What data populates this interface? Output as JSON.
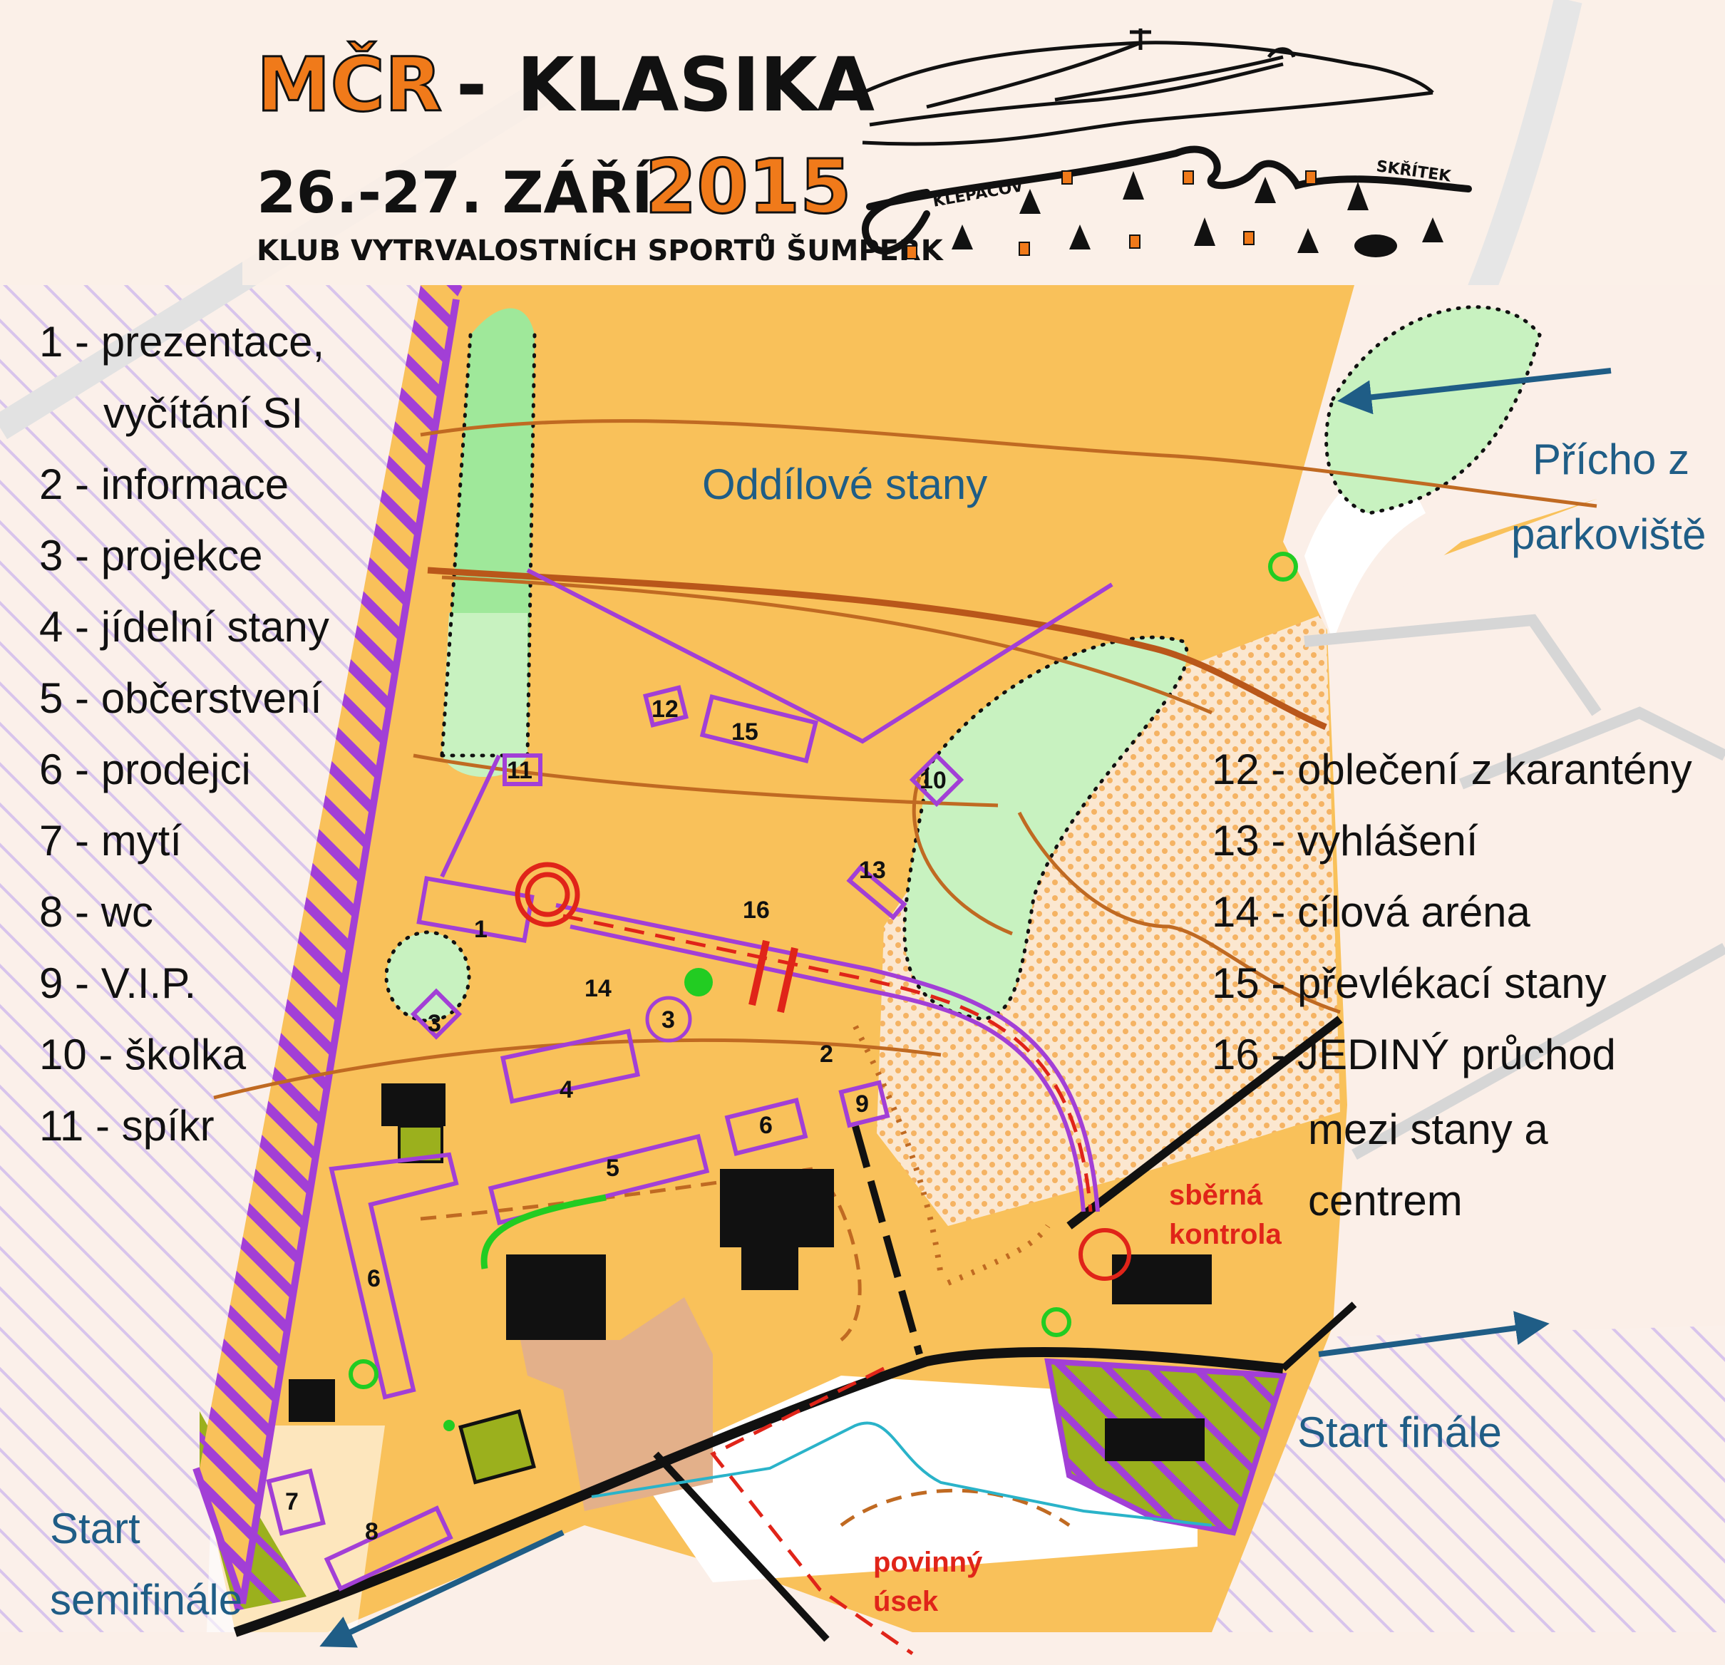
{
  "header": {
    "title_left": "MČR",
    "title_dash": "-",
    "title_right": "KLASIKA",
    "date": "26.-27. ZÁŘÍ",
    "year": "2015",
    "club": "KLUB VYTRVALOSTNÍCH SPORTŮ ŠUMPERK",
    "sketch_label_left": "KLEPÁČOV",
    "sketch_label_right": "SKŘÍTEK"
  },
  "legend_left": [
    "1 - prezentace,",
    "vyčítání SI",
    "2 - informace",
    "3 - projekce",
    "4 - jídelní stany",
    "5 - občerstvení",
    "6 - prodejci",
    "7 - mytí",
    "8 - wc",
    "9 - V.I.P.",
    "10 - školka",
    "11 - spíkr"
  ],
  "legend_right": [
    "12 - oblečení z karantény",
    "13 - vyhlášení",
    "14 - cílová aréna",
    "15 - převlékací stany",
    "16 - JEDINÝ  průchod",
    "mezi stany a",
    "centrem"
  ],
  "area_labels": {
    "team_tents": "Oddílové stany",
    "arrival_line1": "Přícho z",
    "arrival_line2": "parkoviště",
    "start_final": "Start finále",
    "start_semifinal_line1": "Start",
    "start_semifinal_line2": "semifinále"
  },
  "red_labels": {
    "collecting_control_line1": "sběrná",
    "collecting_control_line2": "kontrola",
    "mandatory_section_line1": "povinný",
    "mandatory_section_line2": "úsek"
  },
  "map_numbers": {
    "n1": "1",
    "n2": "2",
    "n3a": "3",
    "n3b": "3",
    "n4": "4",
    "n5": "5",
    "n6a": "6",
    "n6b": "6",
    "n7": "7",
    "n8": "8",
    "n9": "9",
    "n10": "10",
    "n11": "11",
    "n12": "12",
    "n13": "13",
    "n14": "14",
    "n15": "15",
    "n16": "16"
  },
  "colors": {
    "title_orange": "#f07a1a",
    "open_land": "#f9c15a",
    "forest_green": "#9fe89a",
    "light_green": "#c8f2c0",
    "purple_course": "#a23fd6",
    "arrow_blue": "#1f5d86",
    "finish_red": "#e02419",
    "building_black": "#111111",
    "olive": "#9bb01d",
    "paved_brown": "#e3b08a"
  }
}
